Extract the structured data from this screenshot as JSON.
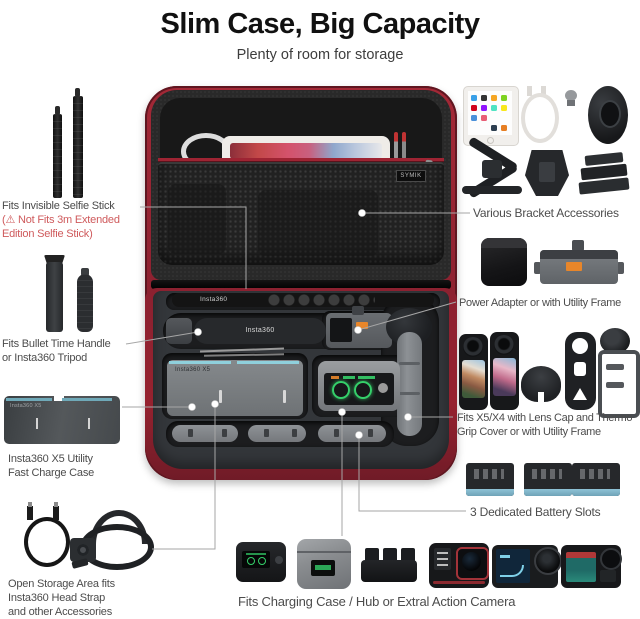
{
  "header": {
    "title": "Slim Case, Big Capacity",
    "subtitle": "Plenty of room for storage"
  },
  "case": {
    "brand_tag": "SYMIK",
    "selfie_stick_label": "Insta360",
    "handle_label": "Insta360",
    "charge_case_label": "Insta360 X5"
  },
  "thumbs": {
    "x5_case_label": "Insta360 X5"
  },
  "callouts": {
    "left_selfie_stick": {
      "label": "Fits Invisible Selfie Stick",
      "warning_line1": "(⚠ Not Fits 3m Extended",
      "warning_line2": "Edition Selfie Stick)"
    },
    "left_bullet_time": {
      "line1": "Fits Bullet Time Handle",
      "line2": "or Insta360 Tripod"
    },
    "left_charge_case": {
      "line1": "Insta360 X5 Utility",
      "line2": "Fast Charge Case"
    },
    "left_open_storage": {
      "line1": "Open Storage Area fits",
      "line2": "Insta360 Head Strap",
      "line3": "and other Accessories"
    },
    "right_brackets": {
      "label": "Various Bracket Accessories"
    },
    "right_power": {
      "label": "Power Adapter or with Utility Frame"
    },
    "right_cameras": {
      "line1": "Fits X5/X4 with Lens Cap and Thermo",
      "line2": "Grip Cover or with Utility Frame"
    },
    "right_batteries": {
      "label": "3 Dedicated Battery Slots"
    },
    "bottom_charging": {
      "label": "Fits Charging Case / Hub or Extral Action Camera"
    }
  },
  "colors": {
    "trim_red": "#96222f",
    "warning_red": "#cf5a5c",
    "battery_blue": "#7fb3c9",
    "indicator_green": "#35d06a",
    "accent_orange": "#e8862a",
    "callout_line_gray": "#a6a6a6"
  }
}
